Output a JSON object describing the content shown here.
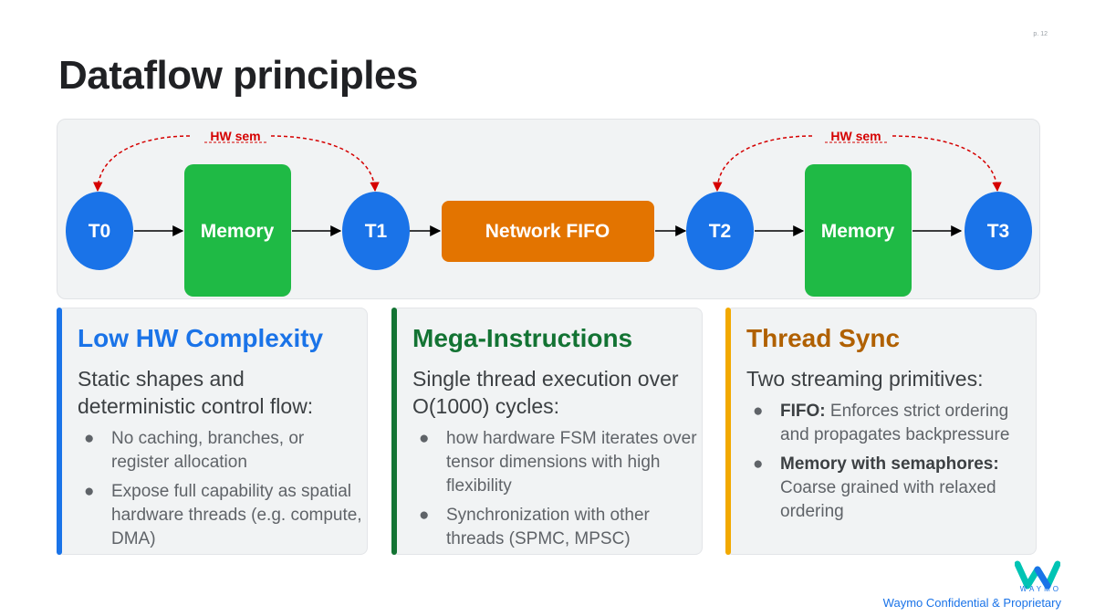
{
  "slide": {
    "page": "p. 12",
    "title": "Dataflow principles"
  },
  "diagram": {
    "threads": [
      "T0",
      "T1",
      "T2",
      "T3"
    ],
    "memory_label": "Memory",
    "fifo_label": "Network FIFO",
    "semaphore_label": "HW sem",
    "colors": {
      "thread": "#1a73e8",
      "memory": "#1fba45",
      "fifo": "#e37400",
      "semaphore": "#d50000"
    }
  },
  "cards": [
    {
      "title": "Low HW Complexity",
      "subtitle": "Static shapes and deterministic control flow:",
      "bullets": [
        {
          "text": "No caching, branches, or register allocation"
        },
        {
          "text": "Expose full capability as spatial hardware threads (e.g. compute, DMA)"
        }
      ]
    },
    {
      "title": "Mega-Instructions",
      "subtitle": "Single thread execution over O(1000) cycles:",
      "bullets": [
        {
          "text": "how hardware FSM iterates over tensor dimensions with high flexibility"
        },
        {
          "text": "Synchronization with other threads (SPMC, MPSC)"
        }
      ]
    },
    {
      "title": "Thread Sync",
      "subtitle": "Two streaming primitives:",
      "bullets": [
        {
          "bold": "FIFO:",
          "text": "Enforces strict ordering and propagates backpressure"
        },
        {
          "bold": "Memory with semaphores:",
          "text": "Coarse grained with relaxed ordering"
        }
      ]
    }
  ],
  "footer": {
    "brand": "WAYMO",
    "text": "Waymo Confidential & Proprietary"
  }
}
